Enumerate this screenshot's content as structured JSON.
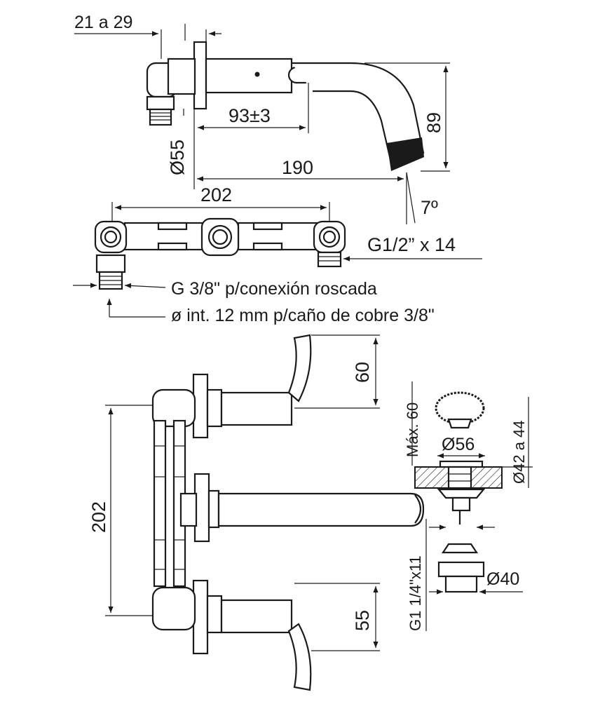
{
  "dimensions": {
    "wall_thickness_range": "21 a 29",
    "spout_projection_from_valve": "93±3",
    "flange_diameter": "Ø55",
    "spout_total_length": "190",
    "spout_height": "89",
    "spout_angle": "7º",
    "valve_spacing_top": "202",
    "outlet_thread": "G1/2” x 14",
    "inlet_thread": "G 3/8\" p/conexión roscada",
    "inlet_copper": "ø int. 12 mm p/caño de cobre 3/8\"",
    "handle_height_top": "60",
    "valve_spacing_front": "202",
    "handle_height_bottom": "55",
    "drain_max": "Máx. 60",
    "drain_flange": "Ø56",
    "drain_hole": "Ø42 a 44",
    "drain_thread": "G1 1/4\"x11",
    "drain_body": "Ø40"
  }
}
